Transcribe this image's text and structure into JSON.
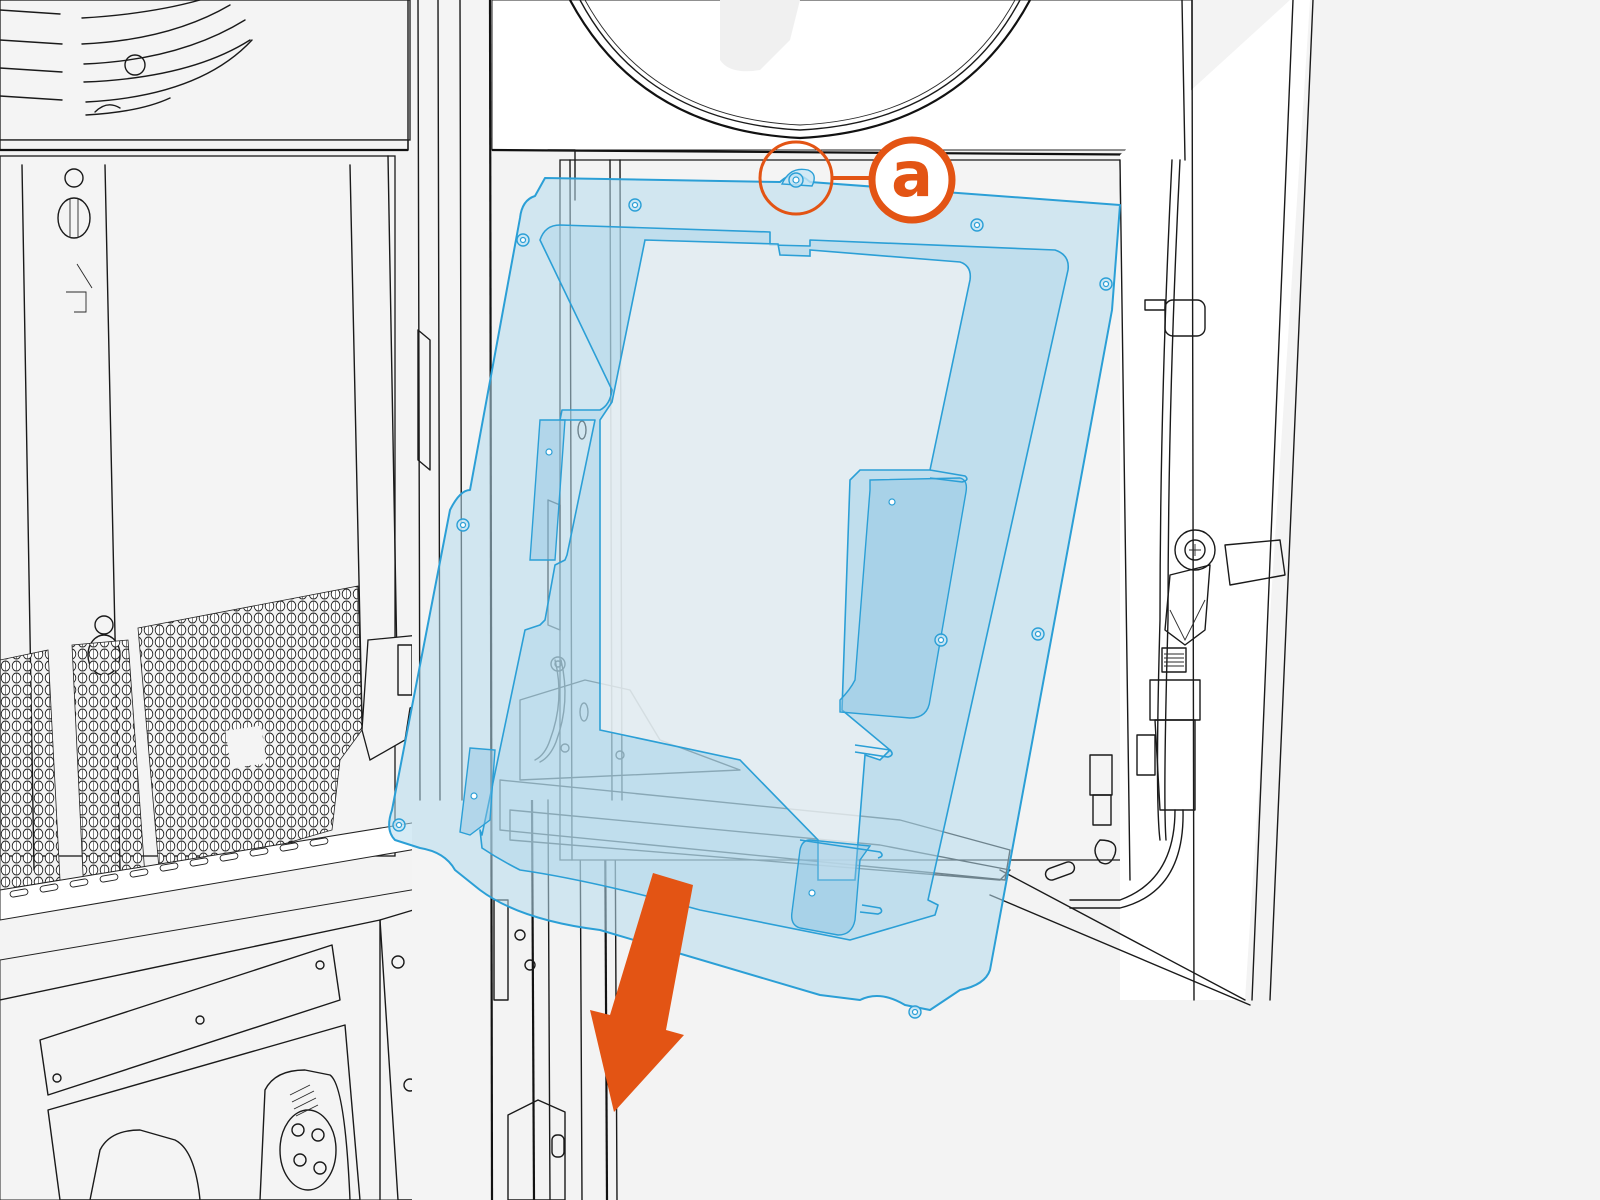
{
  "figure": {
    "type": "technical-illustration",
    "subject": "enclosure-bracket-removal",
    "background_color": "#f3f3f3",
    "line_color": "#1a1a1a"
  },
  "highlighted_part": {
    "name": "mounting-bracket-frame",
    "fill_color": "#b4daec",
    "stroke_color": "#2b9fd6"
  },
  "callouts": [
    {
      "id": "a",
      "label": "a",
      "target": "fastening-nut",
      "color": "#e35414"
    }
  ],
  "arrows": [
    {
      "name": "removal-direction-arrow",
      "direction": "down",
      "color": "#e35414"
    }
  ]
}
